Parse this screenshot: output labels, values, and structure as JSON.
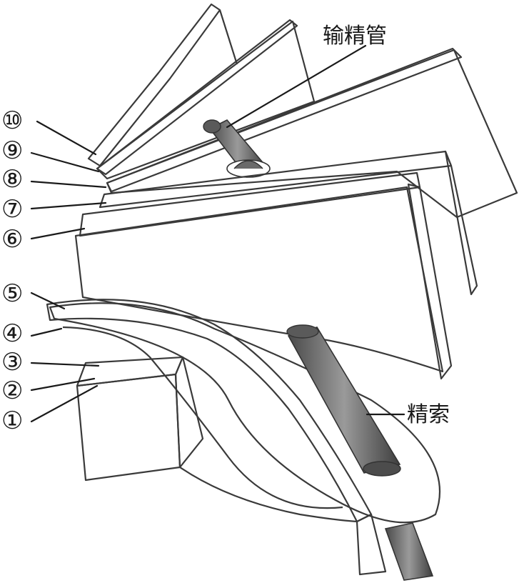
{
  "labels": {
    "vas_deferens": "输精管",
    "spermatic_cord": "精索"
  },
  "layer_numbers": [
    "①",
    "②",
    "③",
    "④",
    "⑤",
    "⑥",
    "⑦",
    "⑧",
    "⑨",
    "⑩"
  ],
  "colors": {
    "ink": "#3a3a3a",
    "layer_shade": "#d7d7d7",
    "paper": "#ffffff"
  }
}
